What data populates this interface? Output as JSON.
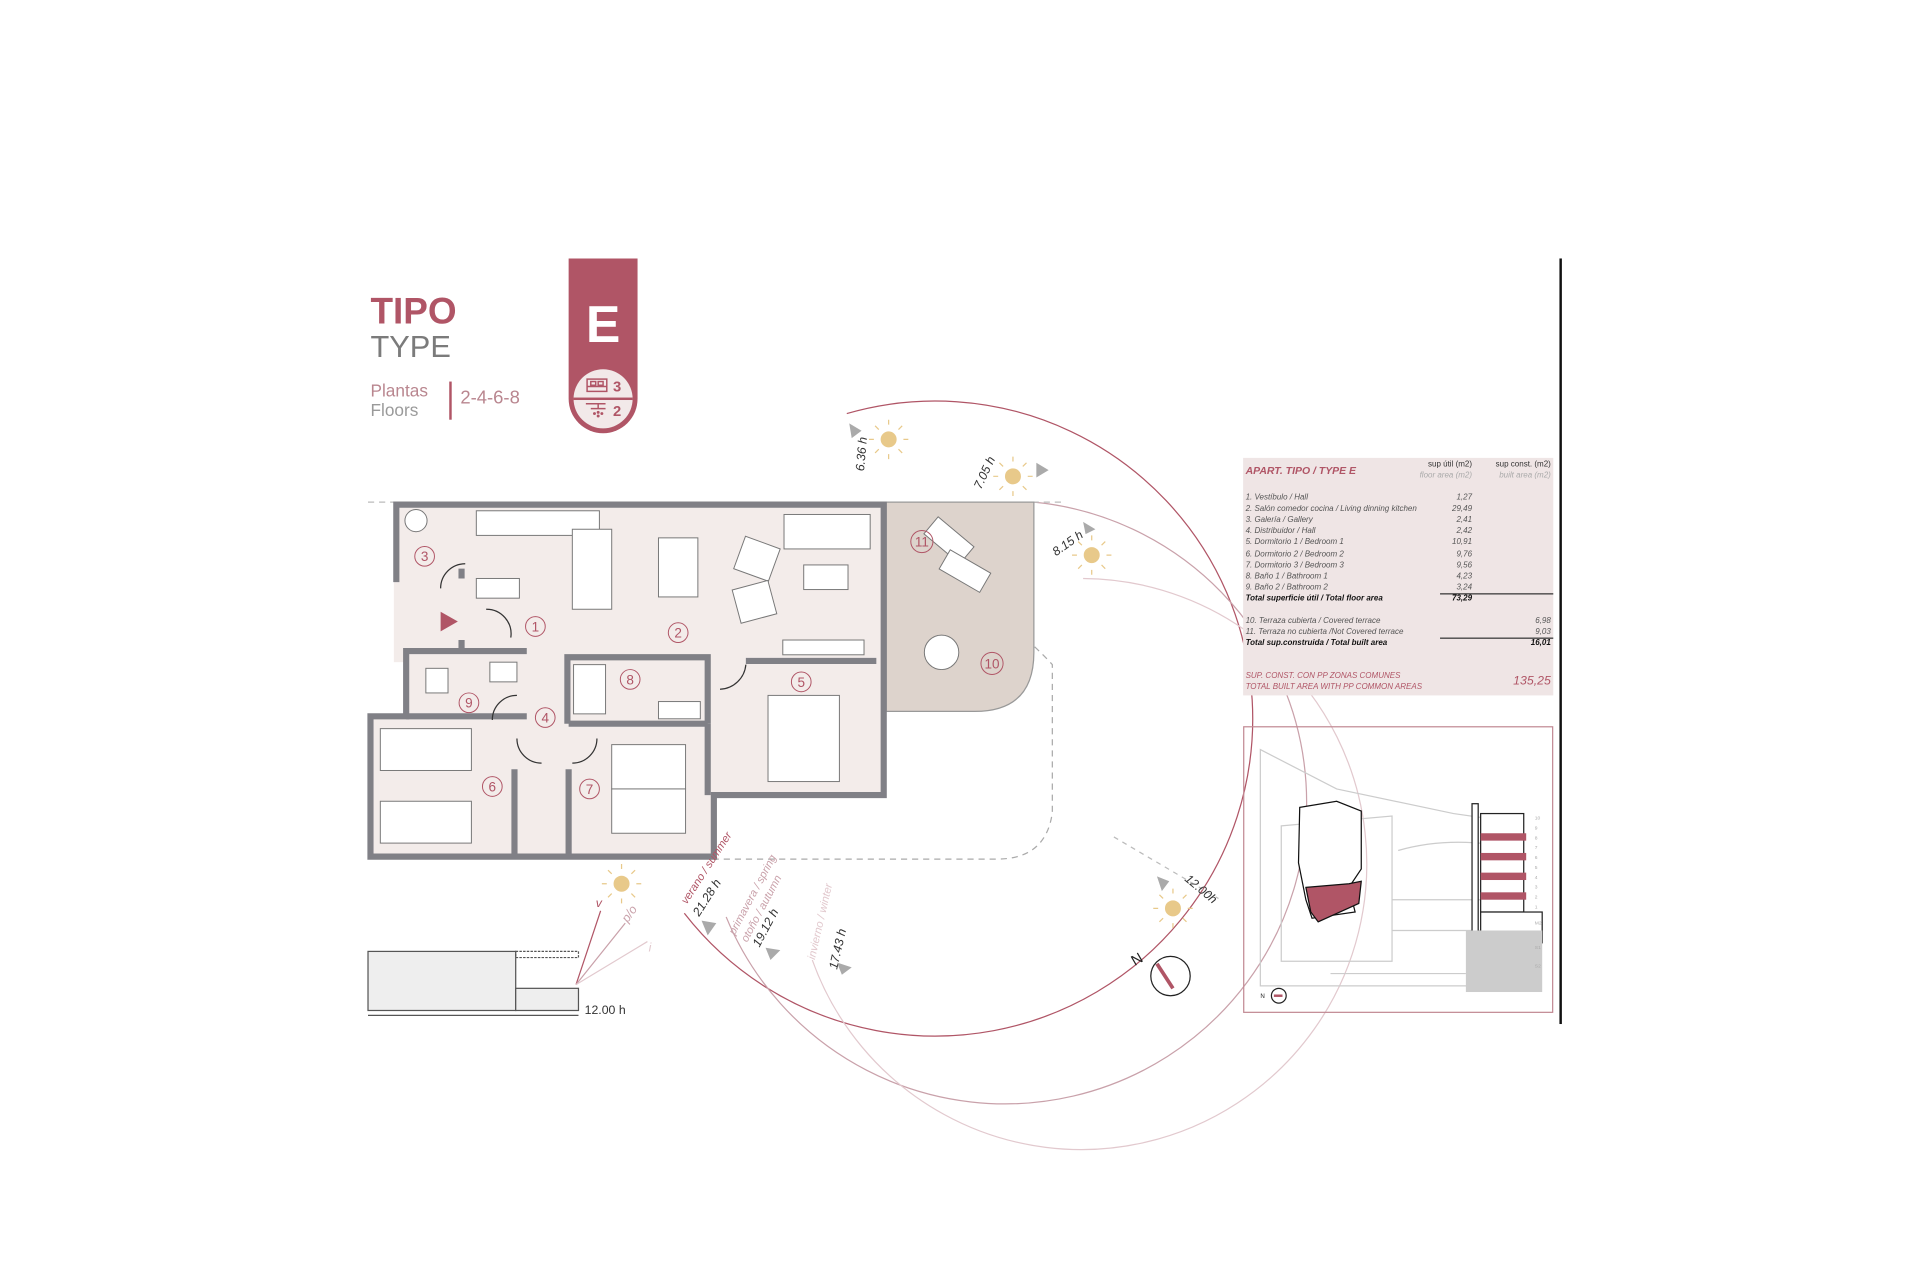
{
  "header": {
    "title_es": "TIPO",
    "title_en": "TYPE",
    "floors_label_es": "Plantas",
    "floors_label_en": "Floors",
    "floors_values": "2-4-6-8",
    "type_letter": "E",
    "bedrooms": "3",
    "bathrooms": "2",
    "accent_color": "#b05566"
  },
  "plan": {
    "rooms": [
      "1",
      "2",
      "3",
      "4",
      "5",
      "6",
      "7",
      "8",
      "9",
      "10",
      "11"
    ],
    "sun_times": {
      "t1": "6.36 h",
      "t2": "7.05 h",
      "t3": "8.15 h",
      "t4": "12.00h",
      "summer_label": "verano / summer",
      "summer_time": "21.28 h",
      "spring_label": "primavera / spring",
      "autumn_label": "otoño / autumn",
      "spring_time": "19.12 h",
      "winter_label": "invierno / winter",
      "winter_time": "17.43 h"
    },
    "section": {
      "v": "v",
      "po": "p/o",
      "i": "i",
      "noon": "12.00 h"
    },
    "compass_label": "N"
  },
  "table": {
    "title": "APART. TIPO / TYPE E",
    "col1_header": "sup útil (m2)",
    "col1_sub": "floor area (m2)",
    "col2_header": "sup const. (m2)",
    "col2_sub": "built area (m2)",
    "rows": [
      {
        "label": "1. Vestíbulo / Hall",
        "value": "1,27"
      },
      {
        "label": "2. Salón comedor cocina / Living dinning kitchen",
        "value": "29,49"
      },
      {
        "label": "3. Galería / Gallery",
        "value": "2,41"
      },
      {
        "label": "4. Distribuidor / Hall",
        "value": "2,42"
      },
      {
        "label": "5. Dormitorio 1 / Bedroom 1",
        "value": "10,91"
      },
      {
        "label": "6. Dormitorio 2 / Bedroom 2",
        "value": "9,76"
      },
      {
        "label": "7. Dormitorio 3 / Bedroom 3",
        "value": "9,56"
      },
      {
        "label": "8. Baño 1 / Bathroom 1",
        "value": "4,23"
      },
      {
        "label": "9. Baño 2 / Bathroom 2",
        "value": "3,24"
      }
    ],
    "total_floor_label": "Total superficie útil / Total floor area",
    "total_floor_value": "73,29",
    "terrace_rows": [
      {
        "label": "10. Terraza cubierta / Covered terrace",
        "value": "6,98"
      },
      {
        "label": "11. Terraza no cubierta /Not Covered terrace",
        "value": "9,03"
      }
    ],
    "total_built_label": "Total sup.construida / Total built area",
    "total_built_value": "16,01",
    "common_label_es": "SUP. CONST. CON PP ZONAS COMUNES",
    "common_label_en": "TOTAL BUILT AREA WITH PP COMMON AREAS",
    "common_value": "135,25"
  },
  "site": {
    "levels": [
      "10",
      "9",
      "8",
      "7",
      "6",
      "5",
      "4",
      "3",
      "2",
      "1",
      "M2",
      "S1",
      "S2"
    ],
    "highlighted_levels": [
      "2",
      "4",
      "6",
      "8"
    ],
    "compass_label": "N"
  }
}
